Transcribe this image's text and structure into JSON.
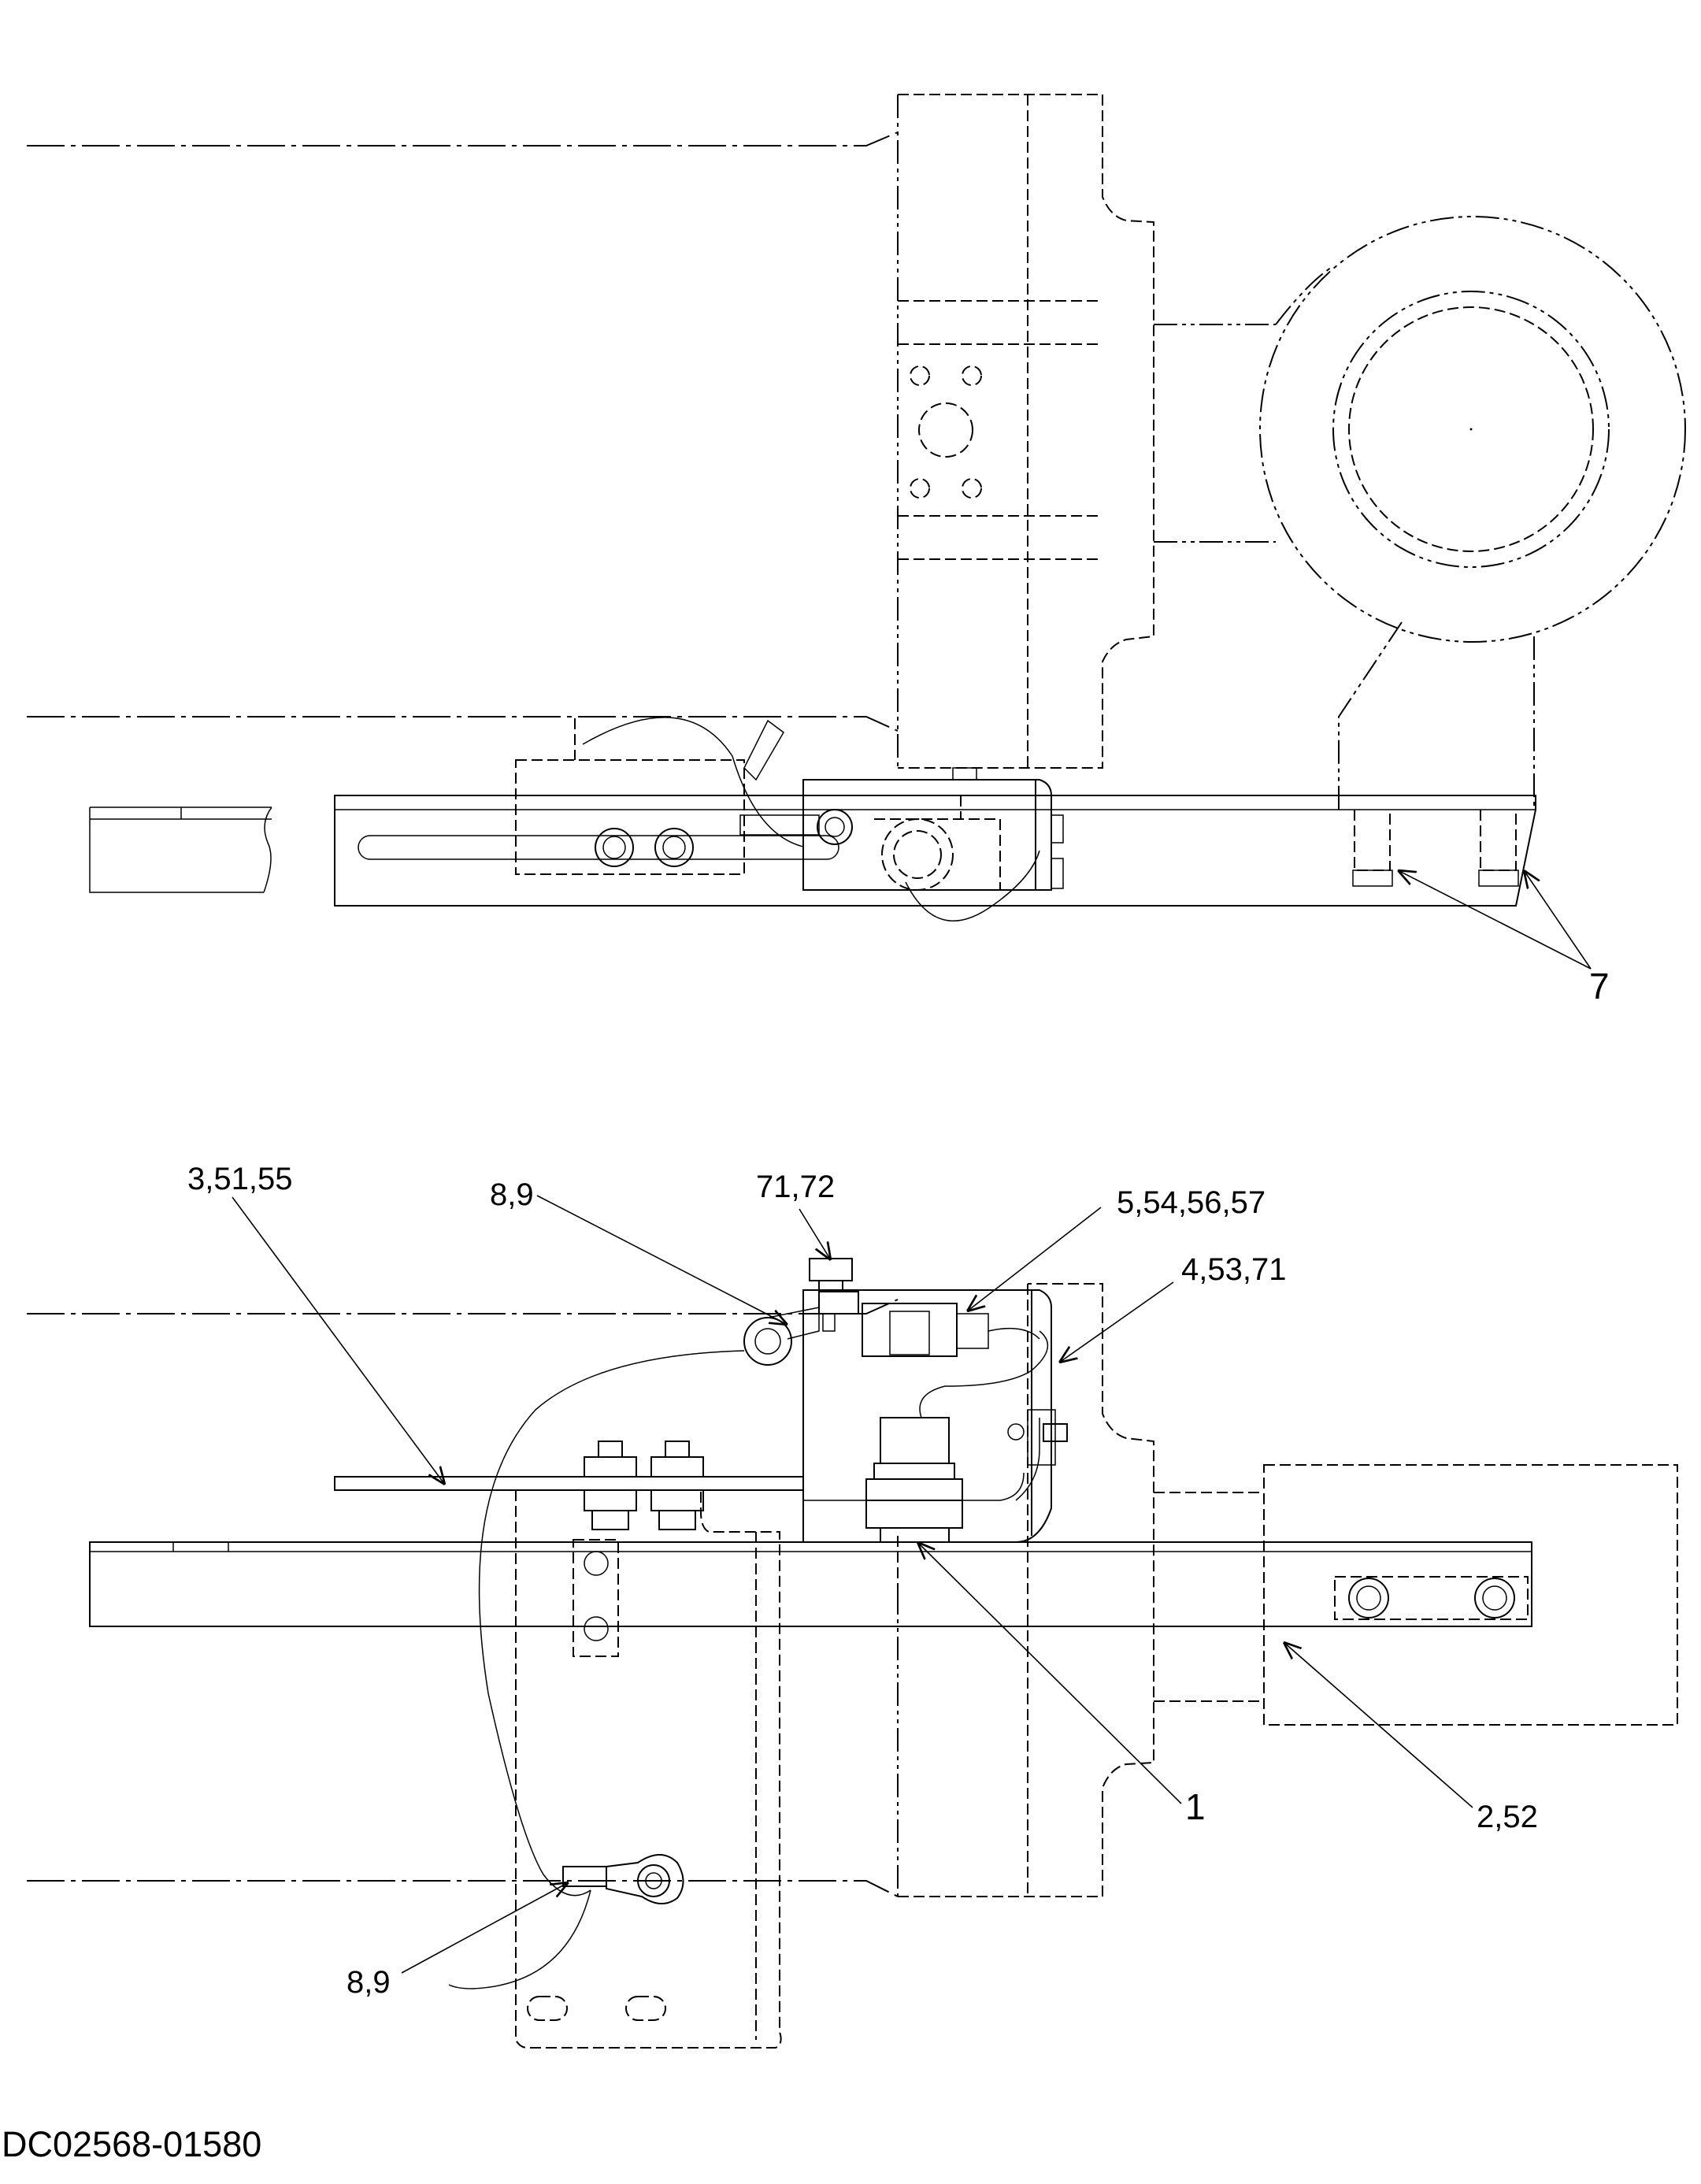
{
  "drawing_number": "DC02568-01580",
  "callouts": {
    "top_view": {
      "c7": "7"
    },
    "bottom_view": {
      "c3_51_55": "3,51,55",
      "c8_9_top": "8,9",
      "c71_72": "71,72",
      "c5_54_56_57": "5,54,56,57",
      "c4_53_71": "4,53,71",
      "c1": "1",
      "c2_52": "2,52",
      "c8_9_bottom": "8,9"
    }
  }
}
